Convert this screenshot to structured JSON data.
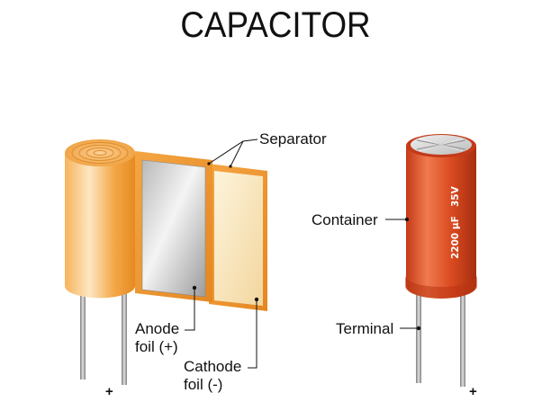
{
  "title": "CAPACITOR",
  "labels": {
    "separator": "Separator",
    "anode_line1": "Anode",
    "anode_line2": "foil (+)",
    "cathode_line1": "Cathode",
    "cathode_line2": "foil (-)",
    "container": "Container",
    "terminal": "Terminal"
  },
  "polarity": {
    "left_plus": "+",
    "right_plus": "+"
  },
  "capacitor_marking": {
    "capacitance": "2200 μF",
    "voltage": "35V"
  },
  "colors": {
    "separator_orange": "#f0a038",
    "container_red": "#d9451f",
    "lead_grey": "#9a9a9a",
    "background": "#ffffff"
  }
}
